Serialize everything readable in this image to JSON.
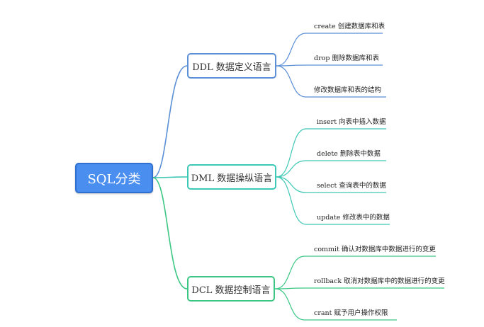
{
  "root": {
    "label": "SQL分类"
  },
  "categories": [
    {
      "label": "DDL 数据定义语言",
      "color": "#5b8fd6",
      "items": [
        "create 创建数据库和表",
        "drop 删除数据库和表",
        "修改数据库和表的结构"
      ]
    },
    {
      "label": "DML 数据操纵语言",
      "color": "#3cc8b4",
      "items": [
        "insert 向表中插入数据",
        "delete 删除表中数据",
        "select 查询表中的数据",
        "update 修改表中的数据"
      ]
    },
    {
      "label": "DCL 数据控制语言",
      "color": "#3bc783",
      "items": [
        "commit 确认对数据库中数据进行的变更",
        "rollback 取消对数据库中的数据进行的变更",
        "crant 赋予用户操作权限"
      ]
    }
  ]
}
